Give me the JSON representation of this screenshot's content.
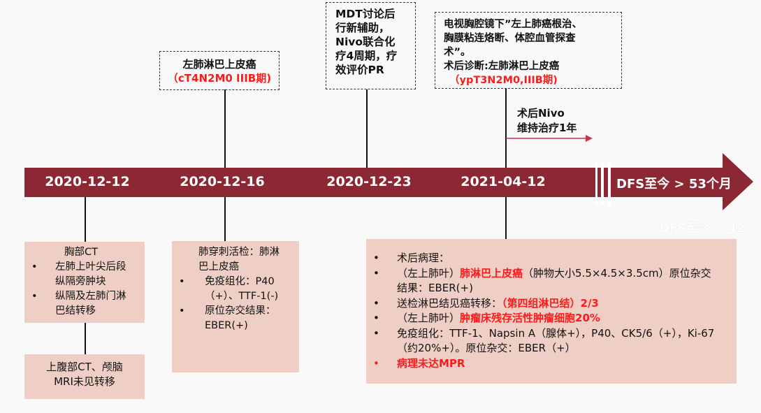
{
  "colors": {
    "bar": "#8b2833",
    "box_fill": "#efcfc5",
    "highlight": "#ff1a1a"
  },
  "timeline": {
    "dates": [
      "2020-12-12",
      "2020-12-16",
      "2020-12-23",
      "2021-04-12"
    ],
    "end_label": "DFS至今 > 53个月",
    "ghost_label": "DFS至今 > 42"
  },
  "top": {
    "box1": {
      "line1": "左肺淋巴上皮癌",
      "line2": "（cT4N2M0 IIIB期)"
    },
    "box2": {
      "lines": [
        "MDT讨论后",
        "行新辅助，",
        "Nivo联合化",
        "疗4周期，疗",
        "效评价PR"
      ]
    },
    "box3": {
      "lines": [
        "电视胸腔镜下”左上肺癌根治、",
        "胸膜粘连烙断、体腔血管探查",
        "术”。",
        "术后诊断:左肺淋巴上皮癌"
      ],
      "stage": "（ypT3N2M0,IIIB期)"
    },
    "maintenance": {
      "line1": "术后Nivo",
      "line2": "维持治疗1年"
    }
  },
  "bottom": {
    "box1": {
      "title": "胸部CT",
      "items": [
        "左肺上叶尖后段纵隔旁肿块",
        "纵隔及左肺门淋巴结转移"
      ]
    },
    "box2": {
      "text": "上腹部CT、颅脑MRI未见转移"
    },
    "box3": {
      "title": "肺穿刺活检：肺淋巴上皮癌",
      "items": [
        "免疫组化：P40（+）、TTF-1(-)",
        "原位杂交结果：EBER(+)"
      ]
    },
    "box4": {
      "item1": "术后病理：",
      "item2": {
        "a": "（左上肺叶）",
        "b": "肺淋巴上皮癌",
        "c": "（肿物大小5.5×4.5×3.5cm）原位杂交结果：EBER(+)"
      },
      "item3": {
        "a": "送检淋巴结见癌转移：",
        "b": "（第四组淋巴结）2/3"
      },
      "item4": {
        "a": "（左上肺叶）",
        "b": "肿瘤床残存活性肿瘤细胞20%"
      },
      "item5": "免疫组化：TTF-1、Napsin A（腺体+），P40、CK5/6（+），Ki-67（约20%+）。原位杂交：EBER（+）",
      "item6": "病理未达MPR"
    }
  }
}
